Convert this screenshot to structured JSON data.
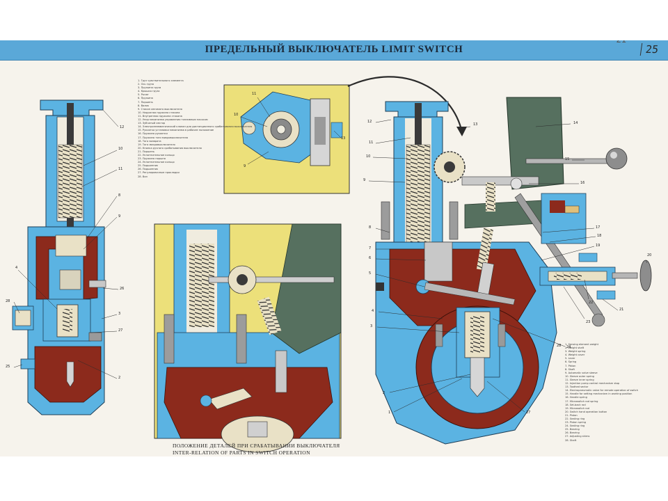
{
  "header": {
    "title": "ПРЕДЕЛЬНЫЙ ВЫКЛЮЧАТЕЛЬ   LIMIT SWITCH",
    "sheet_number": "25",
    "sheet_number_old": "21"
  },
  "caption": {
    "ru": "ПОЛОЖЕНИЕ ДЕТАЛЕЙ ПРИ СРАБАТЫВАНИИ ВЫКЛЮЧАТЕЛЯ",
    "en": "INTER-RELATION OF PARTS IN SWITCH OPERATION"
  },
  "legend_en": [
    "1. Sensing element weight",
    "2. Weight shaft",
    "3. Weight spring",
    "4. Weight cover",
    "5. Lever",
    "6. Spring",
    "7. Piston",
    "8. Shaft",
    "9. Automatic valve sleeve",
    "10. Sleeve outer spring",
    "11. Sleeve inner spring",
    "12. Injection pump control mechanism stop",
    "13. Toothed sector",
    "14. Electropneumatic valve for remote operation of switch",
    "15. Handle for setting mechanism in working position",
    "16. Handle spring",
    "17. Microswitch rod spring",
    "18. Set-back rod",
    "19. Microswitch rod",
    "20. Switch hand operation button",
    "21. Piston",
    "22. Sealing ring",
    "23. Piston spring",
    "24. Sealing ring",
    "25. Bearing",
    "26. Bearing",
    "27. Adjusting shims",
    "28. Shaft"
  ],
  "legend_ru": [
    "1. Груз чувствительного элемента",
    "2. Ось груза",
    "3. Пружина груза",
    "4. Крышка груза",
    "5. Рычаг",
    "6. Пружина",
    "7. Поршень",
    "8. Валик",
    "9. Стакан автомата выключателя",
    "10. Наружная пружина стакана",
    "11. Внутренняя пружина стакана",
    "12. Упор механизма управления топливным насосом",
    "13. Зубчатый сектор",
    "14. Электропневматический клапан для дистанционного срабатывания выключателя",
    "15. Рукоятка установки механизма в рабочее положение",
    "16. Пружина рукоятки",
    "17. Пружина тяги микровыключателя",
    "18. Тяга возврата",
    "19. Тяга микровыключателя",
    "20. Кнопка ручного срабатывания выключателя",
    "21. Поршень",
    "22. Уплотнительное кольцо",
    "23. Пружина поршня",
    "24. Уплотнительное кольцо",
    "25. Подшипник",
    "26. Подшипник",
    "27. Регулировочные прокладки",
    "28. Вал"
  ],
  "callouts": {
    "left": [
      "12",
      "10",
      "11",
      "8",
      "9",
      "4",
      "28",
      "26",
      "3",
      "27",
      "25",
      "2"
    ],
    "inset": [
      "11",
      "10",
      "13",
      "9"
    ],
    "right": [
      "12",
      "11",
      "10",
      "9",
      "8",
      "7",
      "6",
      "5",
      "4",
      "3",
      "2",
      "1",
      "13",
      "14",
      "15",
      "16",
      "17",
      "18",
      "19",
      "20",
      "21",
      "22",
      "23",
      "24",
      "27",
      "28"
    ]
  },
  "colors": {
    "title_band": "#5aa8d8",
    "housing_blue": "#5bb3e2",
    "casting_red": "#8c2a1c",
    "gear_cream": "#e9e1c6",
    "valve_green": "#56705f",
    "inset_yellow": "#ece07a"
  }
}
